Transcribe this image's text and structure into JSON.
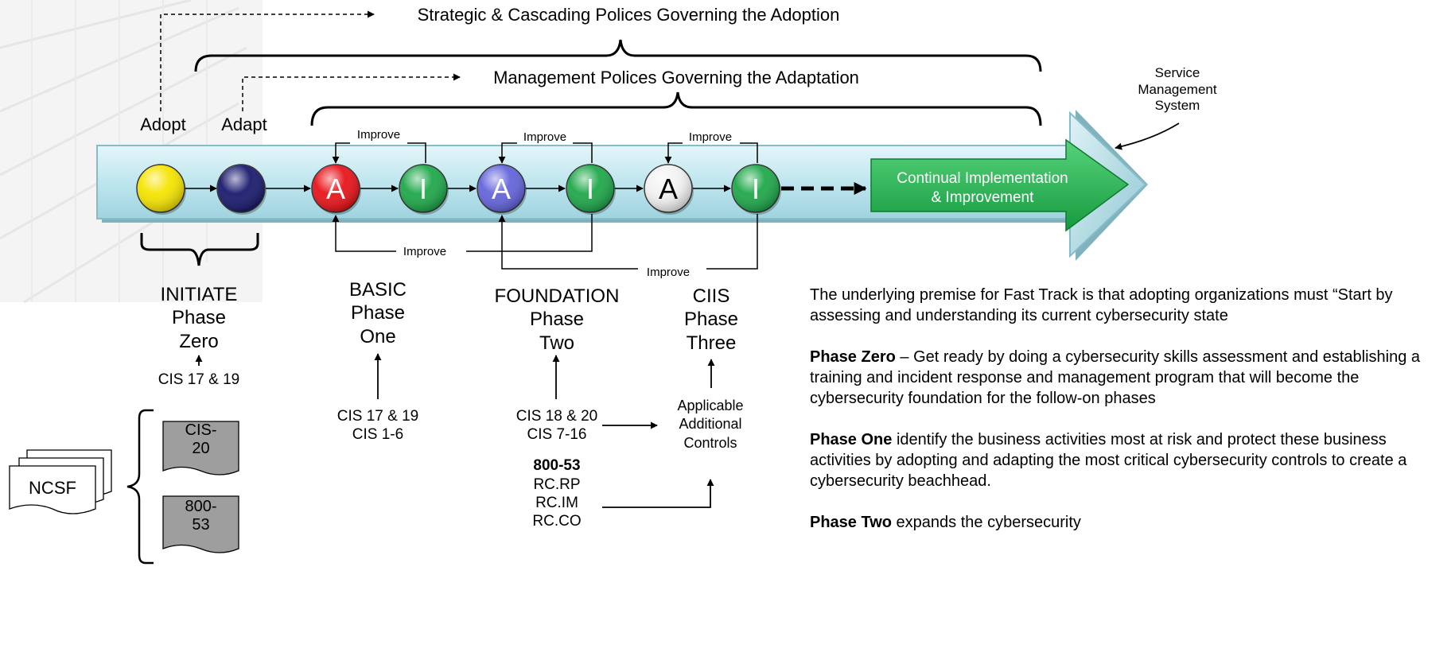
{
  "top_policy": {
    "text": "Strategic & Cascading Polices Governing the Adoption"
  },
  "mgmt_policy": {
    "text": "Management Polices Governing the Adaptation"
  },
  "labels": {
    "adopt": "Adopt",
    "adapt": "Adapt",
    "sms": "Service\nManagement\nSystem"
  },
  "arrow": {
    "end_text": "Continual Implementation\n& Improvement"
  },
  "nodes": [
    {
      "letter": "",
      "color": "#f5e400"
    },
    {
      "letter": "",
      "color": "#1a1a6e"
    },
    {
      "letter": "A",
      "color": "#e8141a"
    },
    {
      "letter": "I",
      "color": "#1fa84a"
    },
    {
      "letter": "A",
      "color": "#6464dc"
    },
    {
      "letter": "I",
      "color": "#1fa84a"
    },
    {
      "letter": "A",
      "color": "#f2f2f2"
    },
    {
      "letter": "I",
      "color": "#1fa84a"
    }
  ],
  "improve": [
    "Improve",
    "Improve",
    "Improve",
    "Improve",
    "Improve"
  ],
  "phases": [
    {
      "name": "INITIATE",
      "l2": "Phase",
      "l3": "Zero"
    },
    {
      "name": "BASIC",
      "l2": "Phase",
      "l3": "One"
    },
    {
      "name": "FOUNDATION",
      "l2": "Phase",
      "l3": "Two"
    },
    {
      "name": "CIIS",
      "l2": "Phase",
      "l3": "Three"
    }
  ],
  "inputs": {
    "p0": "CIS 17 & 19",
    "p1": "CIS 17 & 19\nCIS 1-6",
    "p2": "CIS 18 & 20\nCIS 7-16",
    "p2_bold": "800-53",
    "p2_rc": "RC.RP\nRC.IM\nRC.CO",
    "additional": "Applicable\nAdditional\nControls"
  },
  "docs": {
    "ncsf": "NCSF",
    "cis20": "CIS-\n20",
    "nist": "800-\n53"
  },
  "description": {
    "intro": "The underlying premise for Fast Track is that adopting organizations must “Start by assessing and understanding its current cybersecurity state",
    "p0_bold": "Phase Zero",
    "p0_text": " – Get ready by doing a cybersecurity skills assessment and establishing a training and incident response and management program that will become the cybersecurity foundation for the follow-on phases",
    "p1_bold": "Phase One",
    "p1_text": " identify the business activities most at risk and protect these business activities by adopting and adapting the most critical cybersecurity controls to create a cybersecurity beachhead.",
    "p2_bold": "Phase Two",
    "p2_text": " expands the cybersecurity"
  }
}
